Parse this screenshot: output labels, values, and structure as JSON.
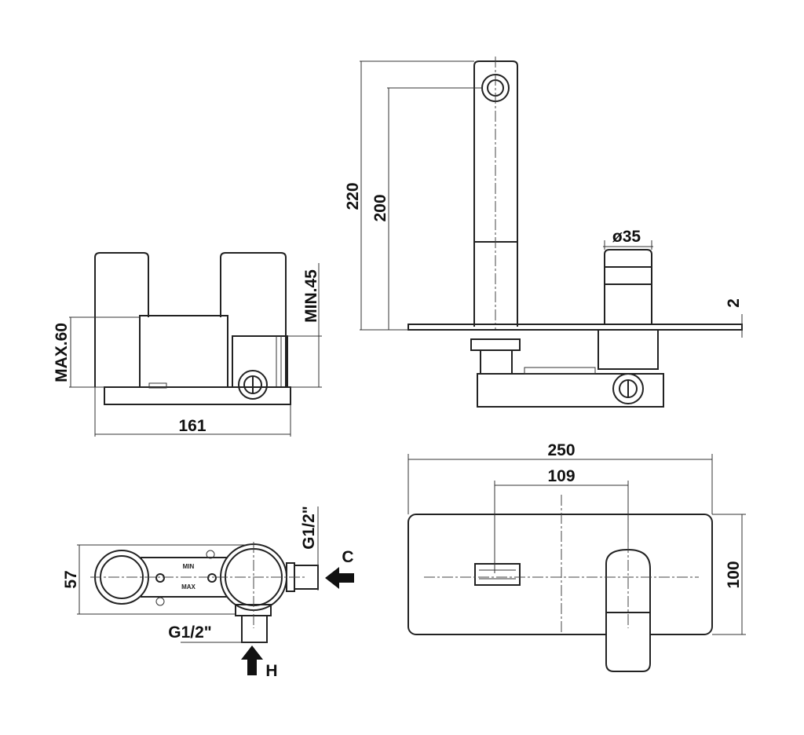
{
  "side_view": {
    "width": "161",
    "max_depth": "MAX.60",
    "min_depth": "MIN.45"
  },
  "front_view": {
    "height_total": "220",
    "height_spout": "200",
    "handle_diameter": "ø35",
    "plate_thickness": "2"
  },
  "top_view": {
    "depth": "57",
    "inlet_cold_size": "G1/2\"",
    "inlet_hot_size": "G1/2\"",
    "cold_label": "C",
    "hot_label": "H",
    "min_label": "MIN",
    "max_label": "MAX"
  },
  "plate_view": {
    "width": "250",
    "center_distance": "109",
    "height": "100"
  }
}
